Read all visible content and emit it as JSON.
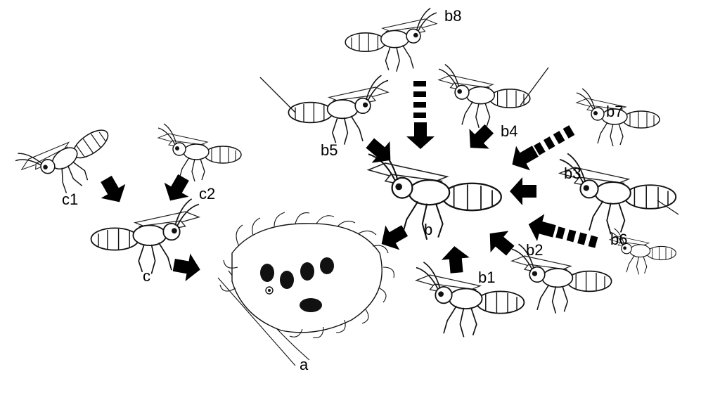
{
  "labels": {
    "a": "a",
    "b": "b",
    "b1": "b1",
    "b2": "b2",
    "b3": "b3",
    "b4": "b4",
    "b5": "b5",
    "b6": "b6",
    "b7": "b7",
    "b8": "b8",
    "c": "c",
    "c1": "c1",
    "c2": "c2"
  },
  "colors": {
    "arrow": "#000000",
    "background": "#ffffff"
  }
}
